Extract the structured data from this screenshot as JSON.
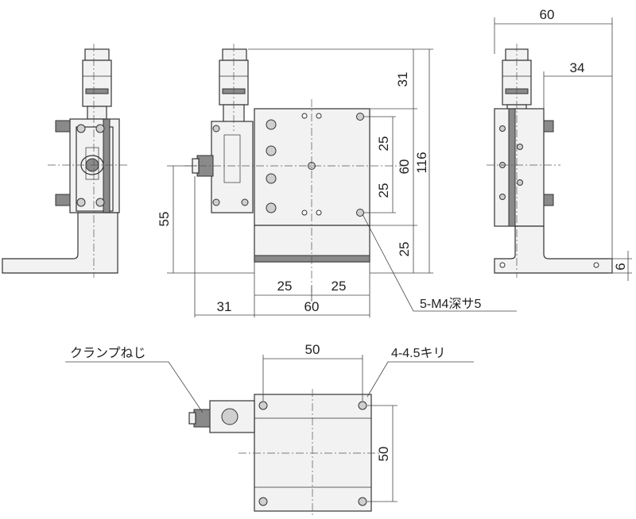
{
  "dimensions": {
    "front_total_width": "60",
    "front_right_offset": "34",
    "front_top": "31",
    "front_hole_pitch_upper": "25",
    "front_hole_pitch_lower": "25",
    "front_plate": "60",
    "front_total_height": "116",
    "front_lower": "25",
    "front_left_height": "55",
    "front_bottom_pitch_left": "25",
    "front_bottom_pitch_right": "25",
    "front_left_width": "31",
    "front_bottom_width": "60",
    "side_base_thickness": "6",
    "top_hole_pitch_x": "50",
    "top_hole_pitch_y": "50"
  },
  "callouts": {
    "tapped_holes": "5-M4深サ5",
    "clamp_screw": "クランプねじ",
    "mounting_holes": "4-4.5キリ"
  },
  "colors": {
    "line": "#333333",
    "part_fill": "#f2f2f2",
    "shade": "#8a8a8a"
  }
}
